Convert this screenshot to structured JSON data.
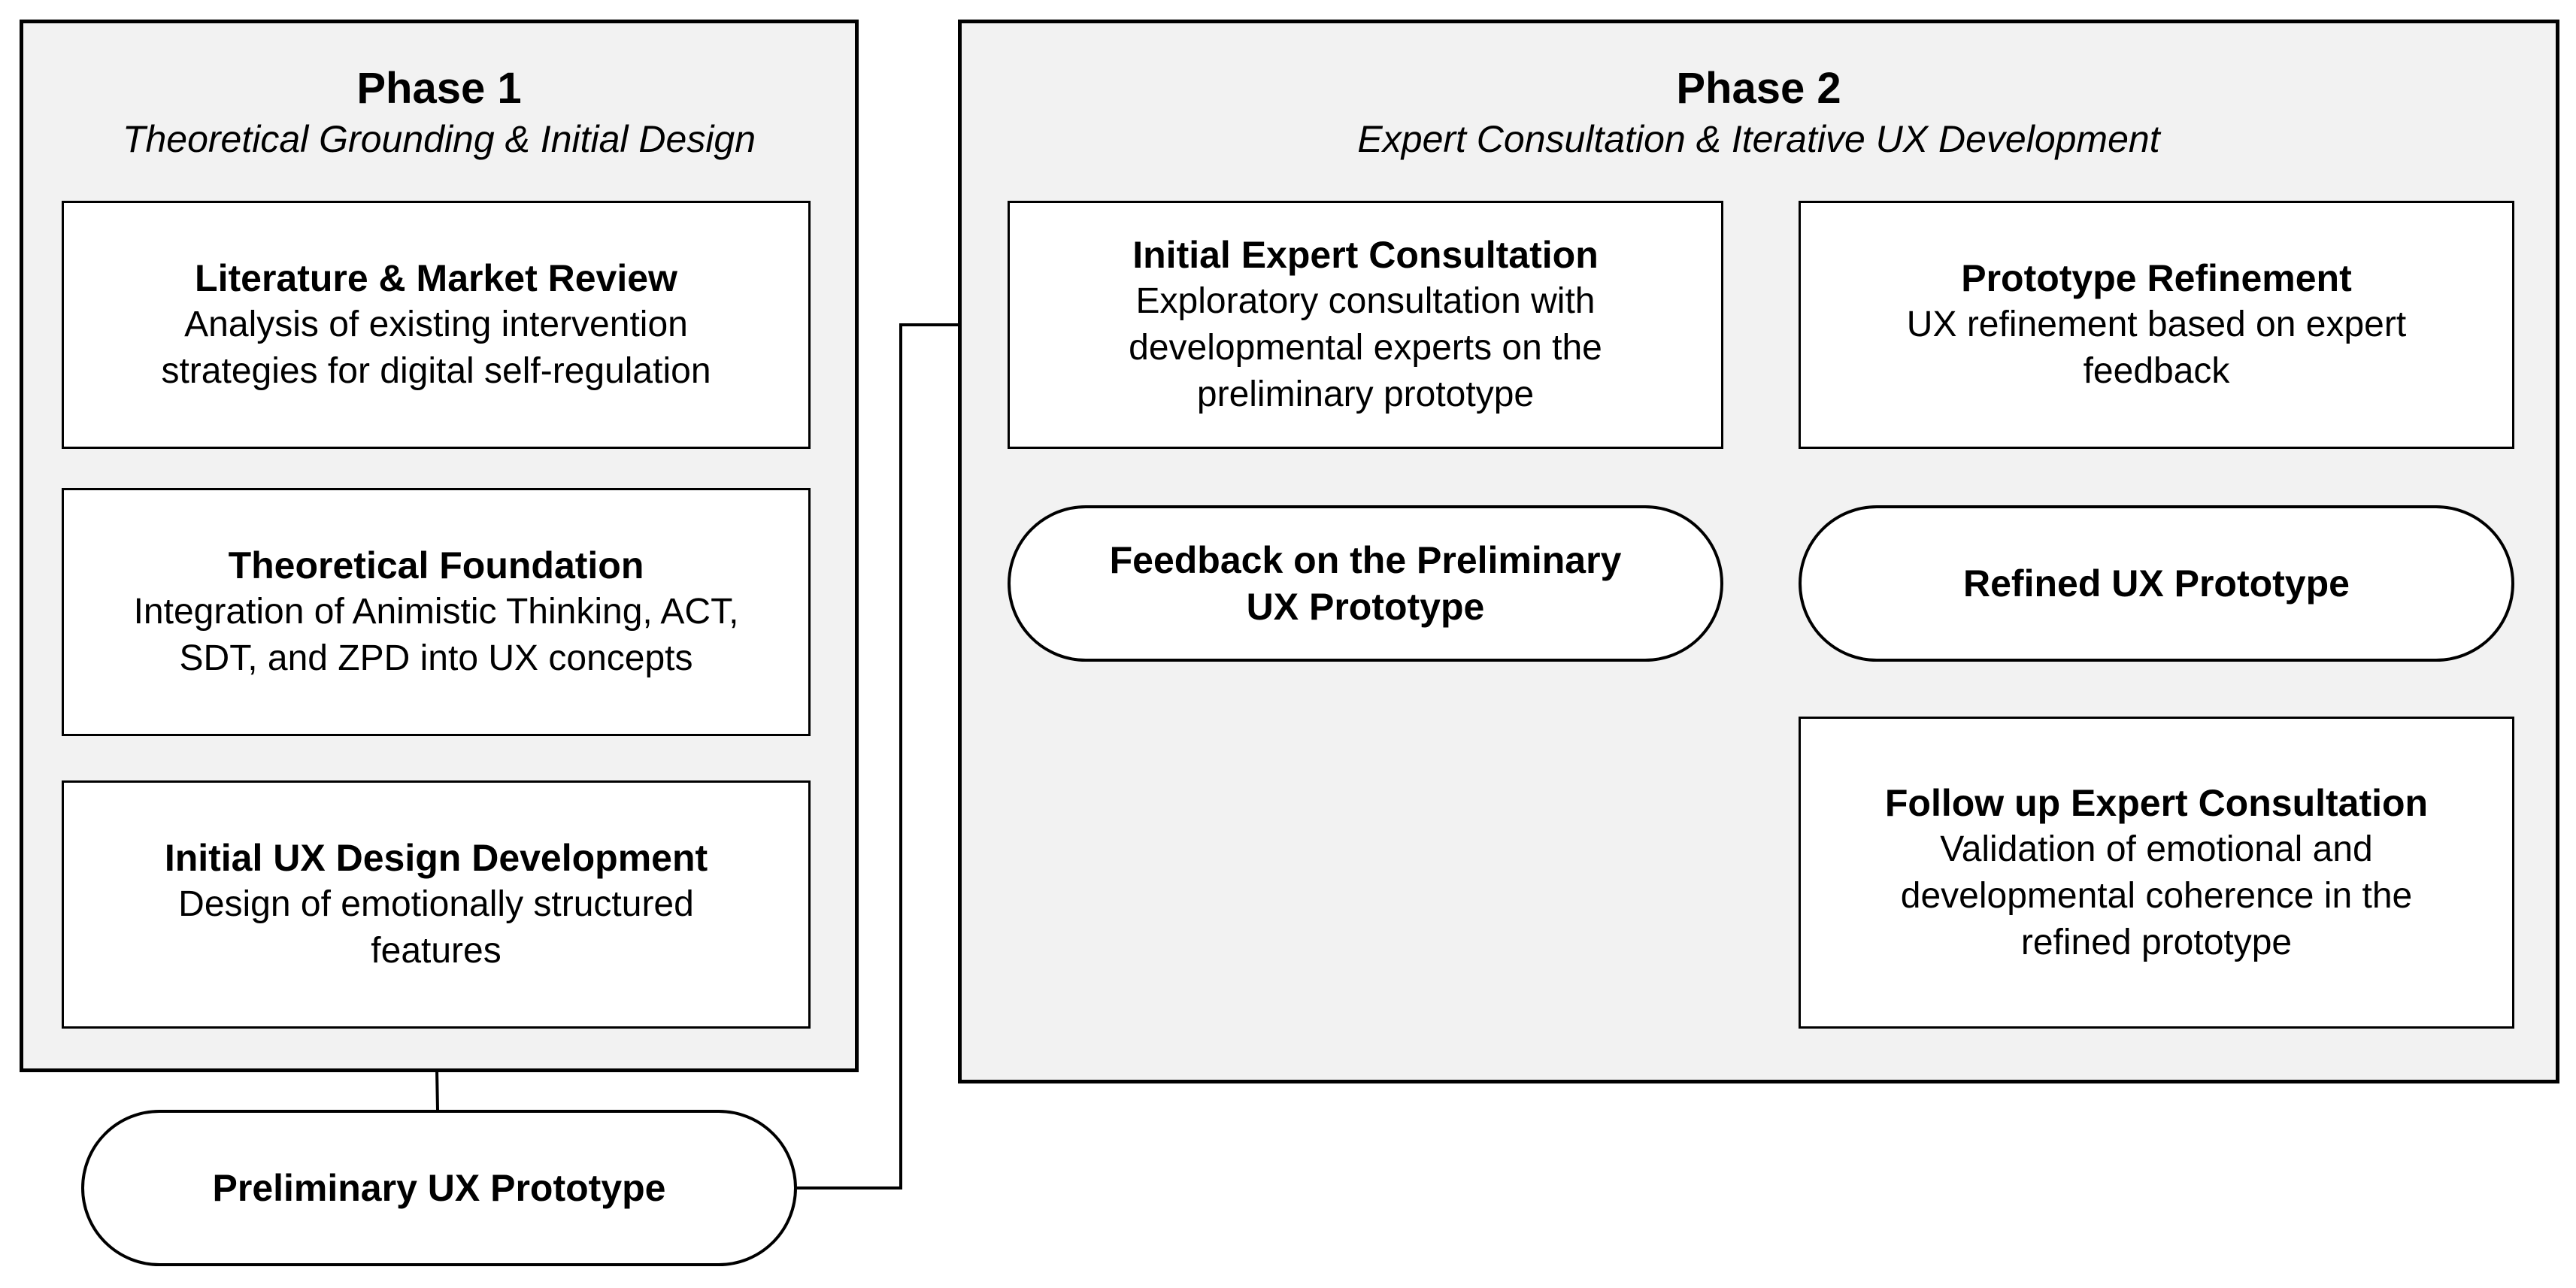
{
  "phase1": {
    "title": "Phase 1",
    "subtitle": "Theoretical Grounding & Initial Design",
    "boxes": [
      {
        "title": "Literature & Market Review",
        "desc": "Analysis of existing intervention strategies for digital self-regulation"
      },
      {
        "title": "Theoretical Foundation",
        "desc": "Integration of Animistic Thinking, ACT, SDT, and ZPD into UX concepts"
      },
      {
        "title": "Initial UX Design Development",
        "desc": "Design of emotionally structured features"
      }
    ],
    "output": "Preliminary UX Prototype"
  },
  "phase2": {
    "title": "Phase 2",
    "subtitle": "Expert Consultation & Iterative UX Development",
    "initial_consultation": {
      "title": "Initial Expert Consultation",
      "desc": "Exploratory consultation with developmental experts on the preliminary prototype"
    },
    "feedback": "Feedback on the Preliminary UX Prototype",
    "refinement": {
      "title": "Prototype Refinement",
      "desc": "UX refinement based on expert feedback"
    },
    "refined": "Refined UX Prototype",
    "followup": {
      "title": "Follow up Expert Consultation",
      "desc": "Validation of emotional and developmental coherence in the refined prototype"
    }
  }
}
